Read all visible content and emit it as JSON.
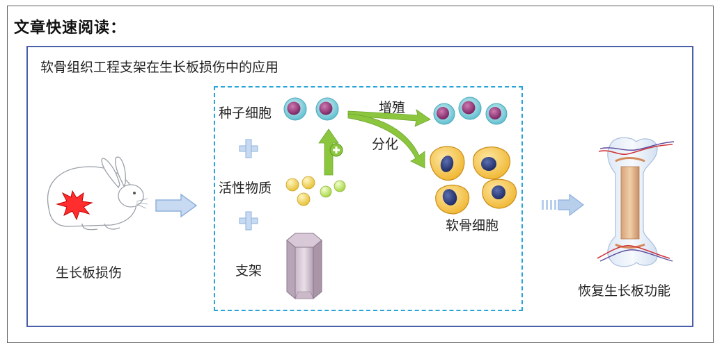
{
  "heading": "文章快速阅读：",
  "diagram": {
    "title": "软骨组织工程支架在生长板损伤中的应用",
    "labels": {
      "injury": "生长板损伤",
      "seed_cells": "种子细胞",
      "active_substance": "活性物质",
      "scaffold": "支架",
      "proliferation": "增殖",
      "differentiation": "分化",
      "chondrocytes": "软骨细胞",
      "recovery": "恢复生长板功能"
    }
  },
  "colors": {
    "panel_border": "#4a5fa8",
    "dashed_border": "#28a4d8",
    "flow_arrow": "#a9c6e8",
    "green_arrow": "#8cc63f",
    "seed_cell": "#9b3b7a",
    "chondrocyte": "#f5c242"
  }
}
